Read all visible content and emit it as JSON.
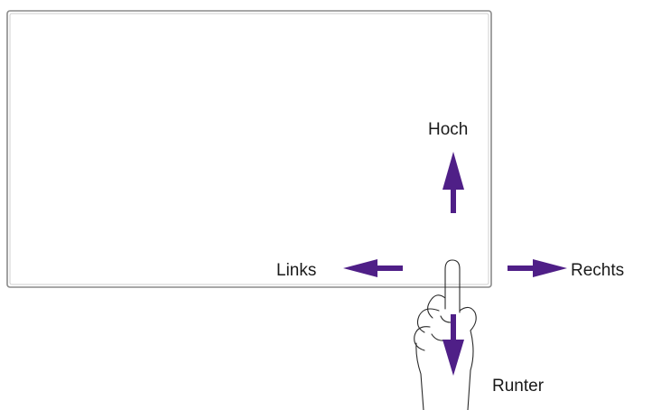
{
  "labels": {
    "up": "Hoch",
    "left": "Links",
    "right": "Rechts",
    "down": "Runter"
  },
  "colors": {
    "arrow": "#4f1f87",
    "outline": "#8a8a8a",
    "hand_stroke": "#2a2a2a"
  },
  "icons": {
    "hand": "pointing-hand-icon",
    "arrow_up": "arrow-up-icon",
    "arrow_left": "arrow-left-icon",
    "arrow_right": "arrow-right-icon",
    "arrow_down": "arrow-down-icon"
  }
}
